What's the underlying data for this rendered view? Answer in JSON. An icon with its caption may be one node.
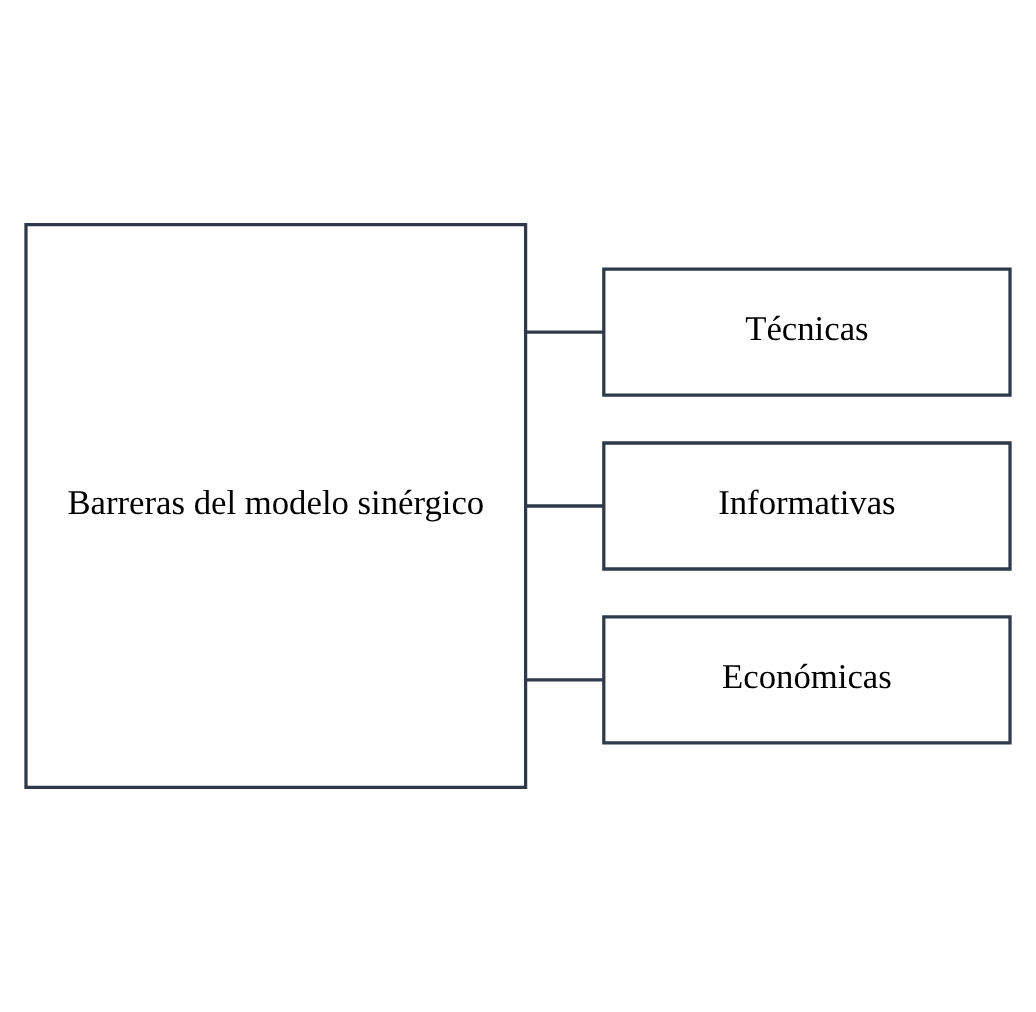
{
  "diagram": {
    "nodes": [
      {
        "text": [
          "Barreras del modelo sinérgico"
        ]
      },
      {
        "text": [
          "Técnicas"
        ]
      },
      {
        "text": [
          "Informativas"
        ]
      },
      {
        "text": [
          "Económicas"
        ]
      }
    ],
    "edges": [
      {
        "from": 0,
        "to": 1,
        "arrow": "none"
      },
      {
        "from": 0,
        "to": 2,
        "arrow": "none"
      },
      {
        "from": 0,
        "to": 3,
        "arrow": "none"
      }
    ]
  }
}
